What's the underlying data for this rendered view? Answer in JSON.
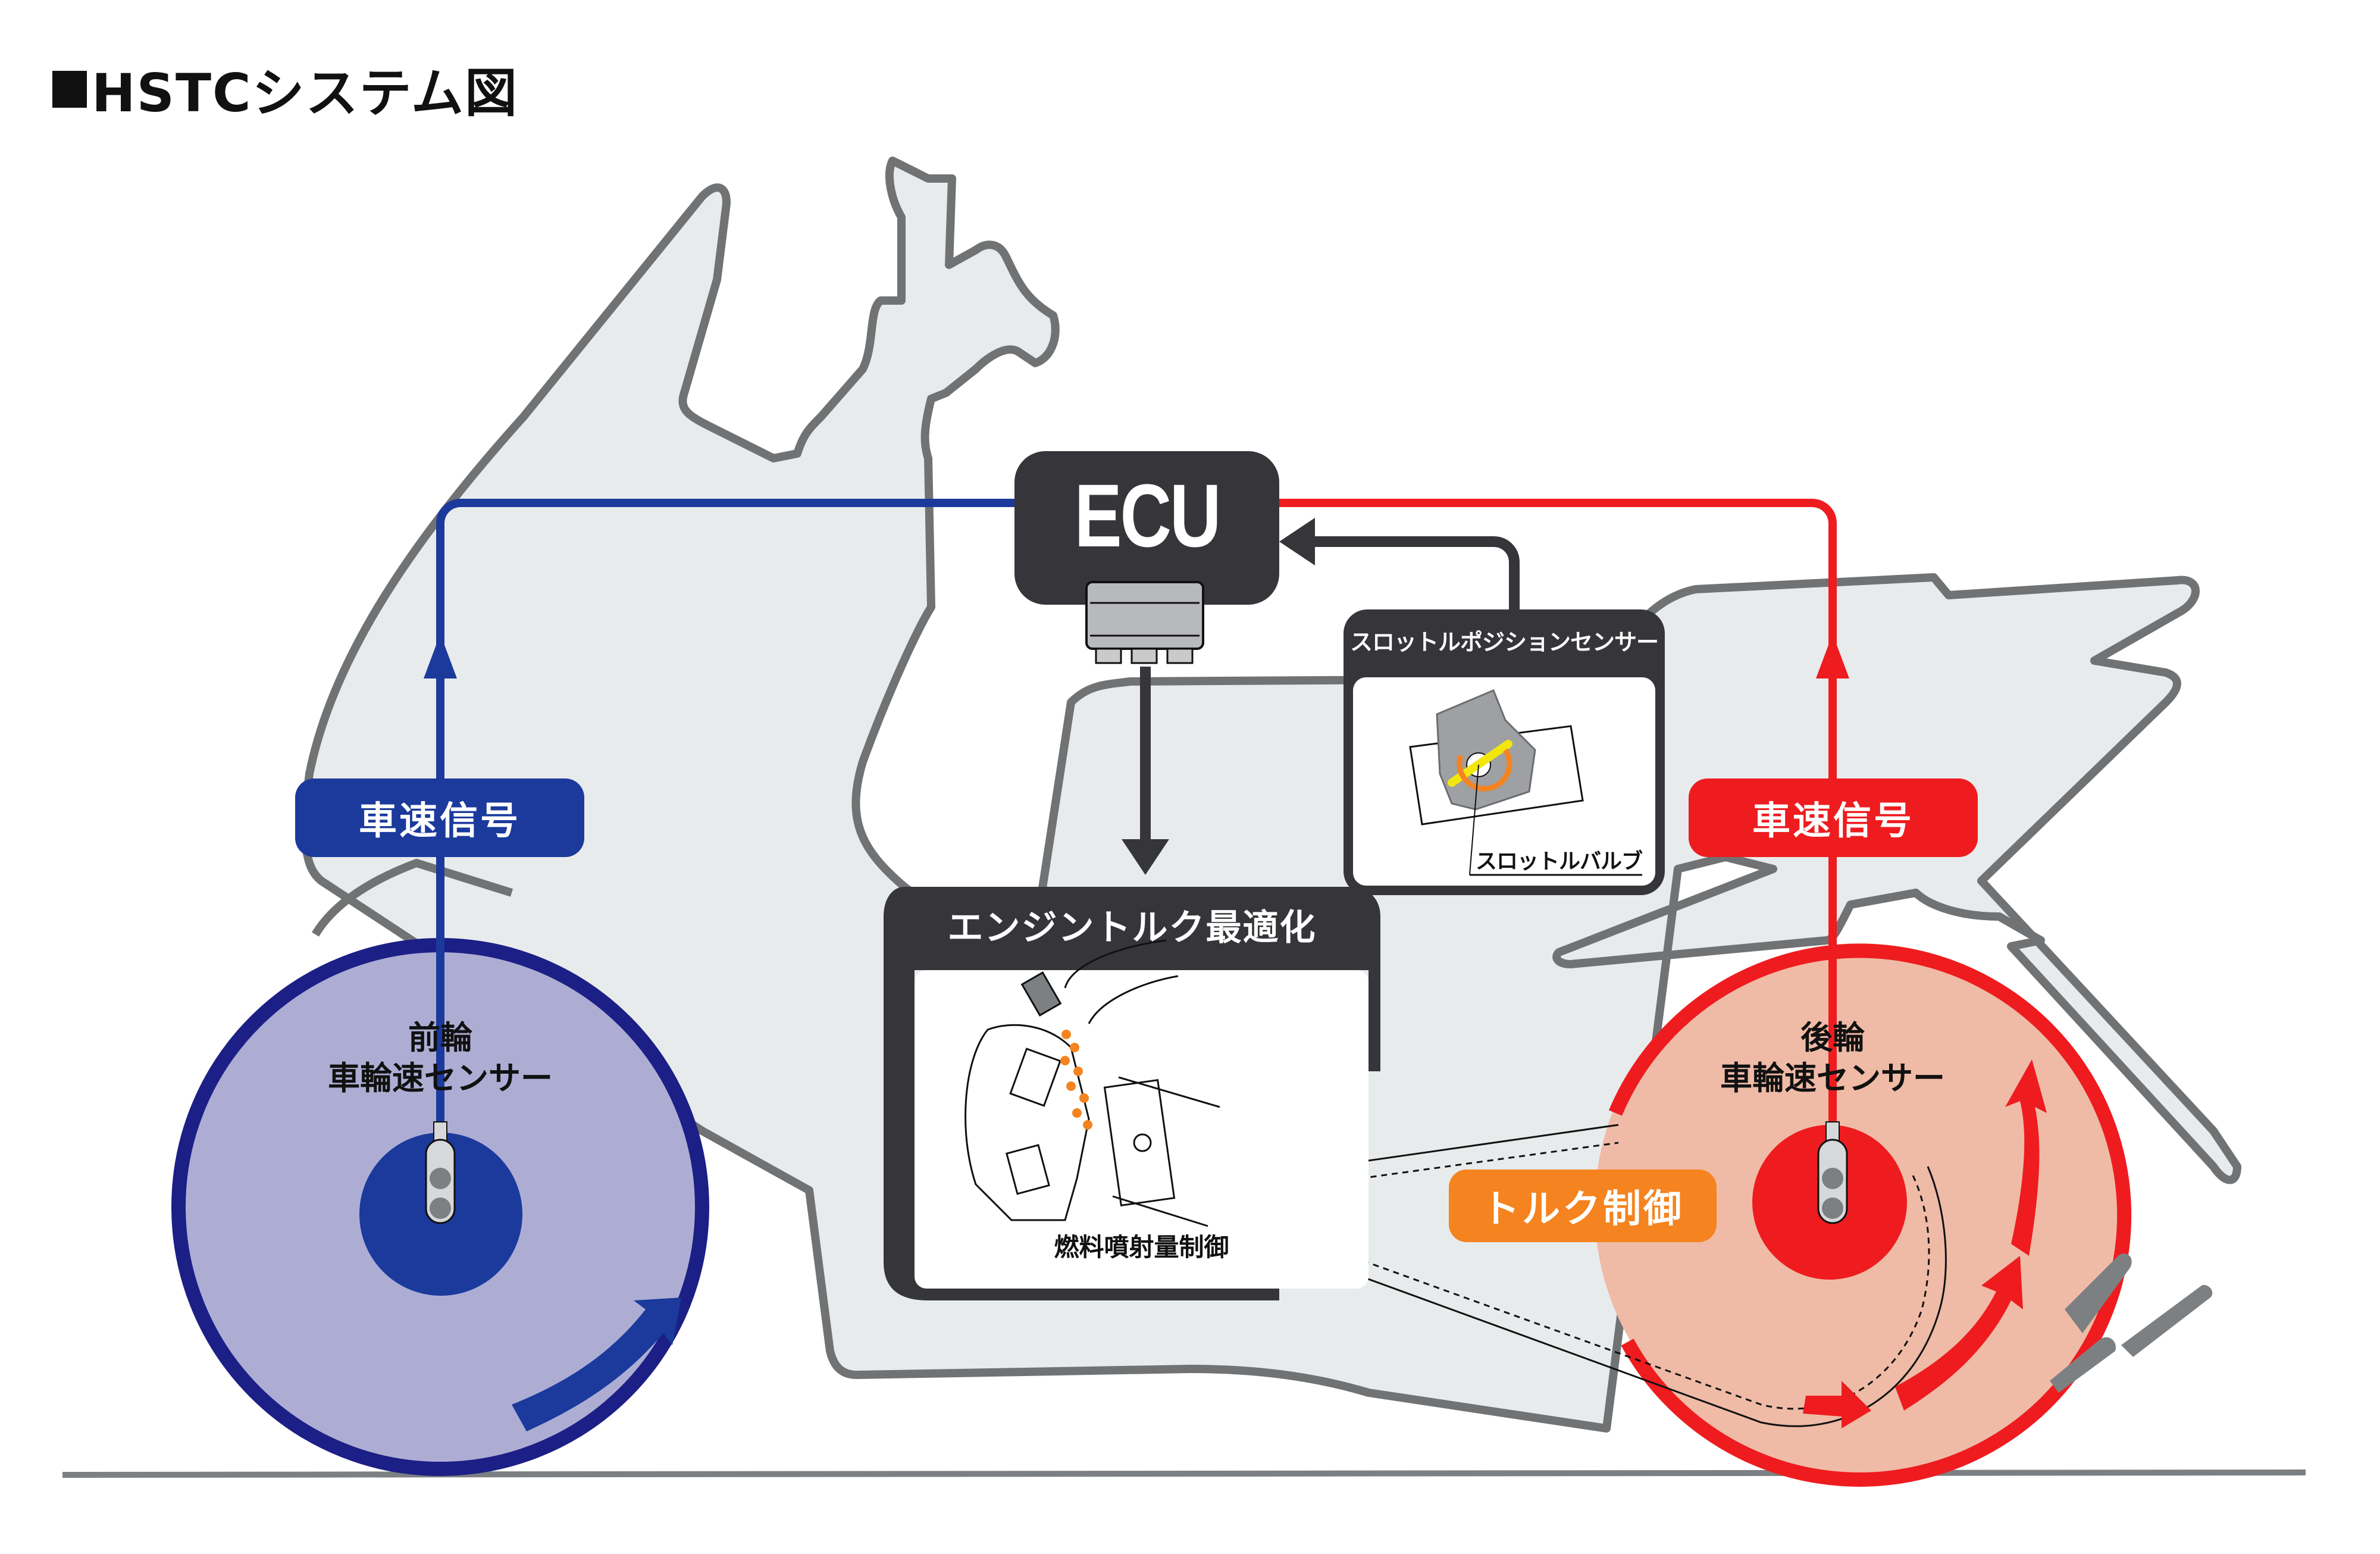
{
  "title": "HSTCシステム図",
  "ecu": {
    "label": "ECU"
  },
  "front": {
    "signal_label": "車速信号",
    "sensor_label_line1": "前輪",
    "sensor_label_line2": "車輪速センサー"
  },
  "rear": {
    "signal_label": "車速信号",
    "sensor_label_line1": "後輪",
    "sensor_label_line2": "車輪速センサー"
  },
  "throttle": {
    "title": "スロットルポジションセンサー",
    "valve_label": "スロットルバルブ"
  },
  "engine": {
    "title": "エンジントルク最適化",
    "caption": "燃料噴射量制御"
  },
  "torque_control": {
    "label": "トルク制御"
  },
  "colors": {
    "front_blue": "#1b3a9c",
    "front_rim": "#1c1f85",
    "front_fill": "#adadd4",
    "rear_red": "#ee1c1f",
    "rear_fill": "#efbba6",
    "orange": "#f5831f",
    "dark": "#36363a",
    "body_fill": "#e8ebec",
    "body_stroke": "#707274"
  }
}
